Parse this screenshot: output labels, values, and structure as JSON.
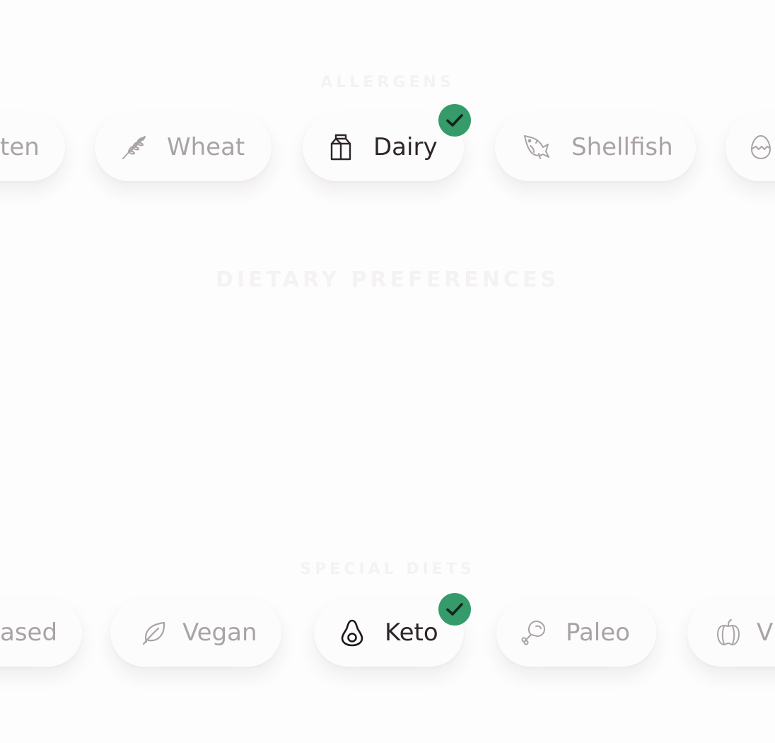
{
  "sections": {
    "allergens_heading": "ALLERGENS",
    "preferences_heading": "DIETARY PREFERENCES",
    "special_diets_heading": "SPECIAL DIETS"
  },
  "allergens": [
    {
      "label": "ten",
      "icon": "gluten-icon",
      "selected": false
    },
    {
      "label": "Wheat",
      "icon": "wheat-icon",
      "selected": false
    },
    {
      "label": "Dairy",
      "icon": "milk-carton-icon",
      "selected": true
    },
    {
      "label": "Shellfish",
      "icon": "fish-icon",
      "selected": false
    },
    {
      "label": "",
      "icon": "egg-icon",
      "selected": false
    }
  ],
  "diets": [
    {
      "label": "ased",
      "icon": "plant-based-icon",
      "selected": false
    },
    {
      "label": "Vegan",
      "icon": "leaf-icon",
      "selected": false
    },
    {
      "label": "Keto",
      "icon": "avocado-icon",
      "selected": true
    },
    {
      "label": "Paleo",
      "icon": "drumstick-icon",
      "selected": false
    },
    {
      "label": "V",
      "icon": "bell-pepper-icon",
      "selected": false
    }
  ],
  "colors": {
    "check_badge": "#359b6b",
    "selected_text": "#2e2626",
    "unselected_text": "#a9a3a5",
    "background": "#fefdfd"
  }
}
